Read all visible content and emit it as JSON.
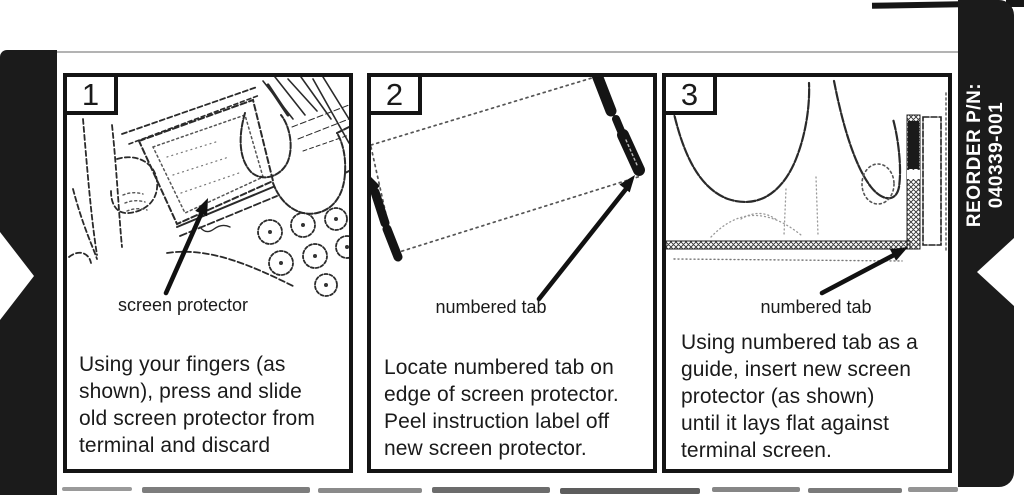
{
  "side_tab": {
    "reorder_label": "REORDER P/N:",
    "part_number": "040339-001"
  },
  "panels": [
    {
      "number": "1",
      "callout": "screen protector",
      "caption": "Using your fingers (as\nshown), press and slide\nold screen protector from\nterminal and discard"
    },
    {
      "number": "2",
      "callout": "numbered tab",
      "caption": "Locate numbered tab on\nedge of screen protector.\nPeel instruction label off\nnew screen protector."
    },
    {
      "number": "3",
      "callout": "numbered tab",
      "caption": "Using numbered tab as a\nguide, insert new screen\nprotector (as shown)\nuntil it lays flat against\nterminal screen."
    }
  ],
  "colors": {
    "ink": "#141414",
    "paper": "#ffffff",
    "tab_black": "#1b1b1b"
  }
}
